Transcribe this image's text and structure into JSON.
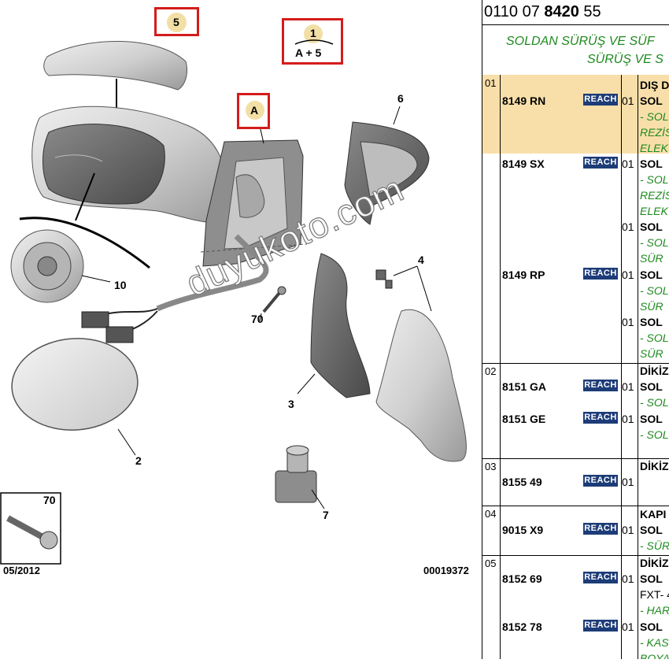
{
  "diagram": {
    "callouts": {
      "c5": "5",
      "c1": "1",
      "c1_sub": "A + 5",
      "cA": "A",
      "c6": "6",
      "c10": "10",
      "c70": "70",
      "c4": "4",
      "c3": "3",
      "c2": "2",
      "c7": "7",
      "inset_70": "70"
    },
    "watermark": "duyukoto.com",
    "date": "05/2012",
    "drawing_number": "00019372"
  },
  "table": {
    "ref_prefix": "0110 07 ",
    "ref_bold": "8420",
    "ref_suffix": " 55",
    "title_line1": "SOLDAN SÜRÜŞ VE SÜF",
    "title_line2": "SÜRÜŞ VE S",
    "reach_label": "REACH",
    "groups": [
      {
        "num": "01",
        "rows": [
          {
            "part": "8149 RN",
            "qty": "01",
            "desc": [
              "DIŞ D",
              "SOL"
            ],
            "notes": [
              "- SOL",
              "REZİS",
              "ELEK"
            ]
          },
          {
            "part": "8149 SX",
            "qty": "01",
            "desc": [
              "SOL"
            ],
            "notes": [
              "- SOL",
              "REZİS",
              "ELEK"
            ]
          },
          {
            "qty": "01",
            "desc": [
              "SOL"
            ],
            "notes": [
              "- SOL",
              "SÜR"
            ]
          },
          {
            "part": "8149 RP",
            "qty": "01",
            "desc": [
              "SOL"
            ],
            "notes": [
              "- SOL",
              "SÜR"
            ]
          },
          {
            "qty": "01",
            "desc": [
              "SOL"
            ],
            "notes": [
              "- SOL",
              "SÜR"
            ]
          }
        ]
      },
      {
        "num": "02",
        "rows": [
          {
            "part": "8151 GA",
            "qty": "01",
            "desc": [
              "DİKİZ",
              "SOL"
            ],
            "notes": [
              "- SOL"
            ]
          },
          {
            "part": "8151 GE",
            "qty": "01",
            "desc": [
              "SOL"
            ],
            "notes": [
              "- SOL"
            ]
          }
        ]
      },
      {
        "num": "03",
        "rows": [
          {
            "part": "8155 49",
            "qty": "01",
            "desc": [
              "DİKİZ"
            ],
            "notes": []
          }
        ]
      },
      {
        "num": "04",
        "rows": [
          {
            "part": "9015 X9",
            "qty": "01",
            "desc": [
              "KAPI",
              "SOL"
            ],
            "notes": [
              "- SÜR"
            ]
          }
        ]
      },
      {
        "num": "05",
        "rows": [
          {
            "part": "8152 69",
            "qty": "01",
            "desc": [
              "DİKİZ",
              "SOL",
              "FXT- 4"
            ],
            "notes": [
              "- HAR"
            ]
          },
          {
            "part": "8152 78",
            "qty": "01",
            "desc": [
              "SOL"
            ],
            "notes": [
              "- KAS",
              "BOYA"
            ]
          }
        ]
      }
    ]
  }
}
